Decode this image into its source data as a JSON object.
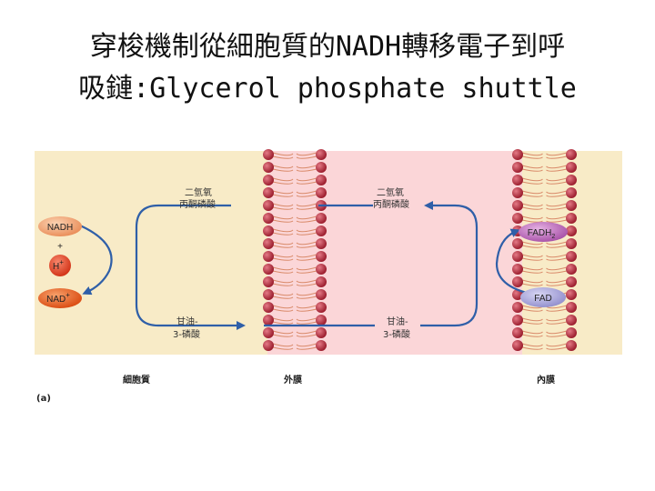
{
  "title_line1": "穿梭機制從細胞質的NADH轉移電子到呼",
  "title_line2": "吸鏈:Glycerol phosphate shuttle",
  "diagram": {
    "left_top_label": [
      "二氫氧",
      "丙酮磷酸"
    ],
    "left_bottom_label": [
      "甘油-",
      "3-磷酸"
    ],
    "mid_top_label": [
      "二氫氧",
      "丙酮磷酸"
    ],
    "mid_bottom_label": [
      "甘油-",
      "3-磷酸"
    ],
    "nadh": "NADH",
    "plus": "+",
    "h_plus": "H",
    "h_plus_sup": "+",
    "nad_plus": "NAD",
    "nad_plus_sup": "+",
    "fadh2": "FADH",
    "fadh2_sub": "2",
    "fad": "FAD",
    "region_cytoplasm": "細胞質",
    "region_outer_membrane": "外膜",
    "region_inner_membrane": "內膜",
    "panel_label": "(a)"
  },
  "colors": {
    "cytoplasm": "#f8ebc7",
    "intermembrane": "#fbd6d8",
    "matrix": "#f8ebc7",
    "lipid_head": "#b5293a",
    "arrow": "#2f5fa8",
    "nadh_fill": "#f0a878",
    "nad_fill": "#e85a1a",
    "h_fill": "#e63a1c",
    "fadh2_fill": "#b86ab8",
    "fad_fill": "#a9a6d8"
  }
}
